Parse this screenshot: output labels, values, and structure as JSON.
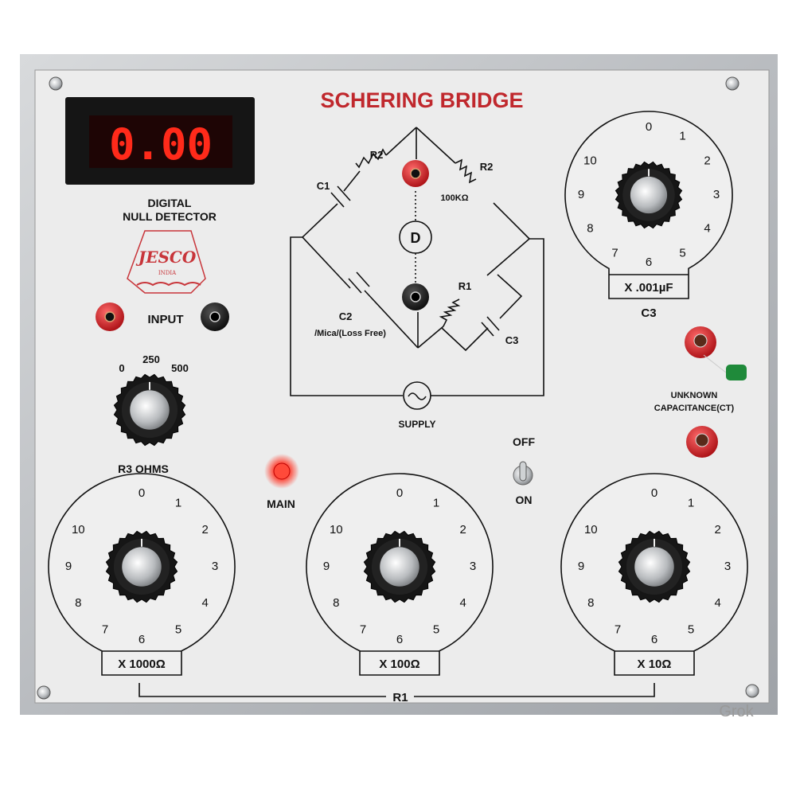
{
  "panel": {
    "title": "SCHERING BRIDGE",
    "title_color": "#c0282d",
    "watermark": "Grok"
  },
  "display": {
    "reading": "0.00",
    "label_line1": "DIGITAL",
    "label_line2": "NULL DETECTOR",
    "digit_color": "#ff2a1a"
  },
  "logo": {
    "text": "JESCO",
    "sub": "INDIA",
    "color": "#c8353a"
  },
  "input": {
    "label": "INPUT"
  },
  "r3": {
    "label": "R3 OHMS",
    "scale": [
      "0",
      "250",
      "500"
    ]
  },
  "main": {
    "label": "MAIN",
    "led_color": "#ff3030"
  },
  "switch": {
    "off_label": "OFF",
    "on_label": "ON"
  },
  "circuit": {
    "r2_left": "R2",
    "r2_right": "R2",
    "r2_value": "100KΩ",
    "c1": "C1",
    "c2": "C2",
    "c2_note": "/Mica/(Loss Free)",
    "r1": "R1",
    "c3": "C3",
    "detector": "D",
    "supply": "SUPPLY"
  },
  "unknown": {
    "line1": "UNKNOWN",
    "line2": "CAPACITANCE(CT)"
  },
  "dials": [
    {
      "id": "c3",
      "multiplier": "X .001µF",
      "caption": "C3",
      "scale": [
        "0",
        "1",
        "2",
        "3",
        "4",
        "5",
        "6",
        "7",
        "8",
        "9",
        "10"
      ]
    },
    {
      "id": "r1-1000",
      "multiplier": "X 1000Ω",
      "scale": [
        "0",
        "1",
        "2",
        "3",
        "4",
        "5",
        "6",
        "7",
        "8",
        "9",
        "10"
      ]
    },
    {
      "id": "r1-100",
      "multiplier": "X 100Ω",
      "scale": [
        "0",
        "1",
        "2",
        "3",
        "4",
        "5",
        "6",
        "7",
        "8",
        "9",
        "10"
      ]
    },
    {
      "id": "r1-10",
      "multiplier": "X 10Ω",
      "scale": [
        "0",
        "1",
        "2",
        "3",
        "4",
        "5",
        "6",
        "7",
        "8",
        "9",
        "10"
      ]
    }
  ],
  "r1_group": {
    "label": "R1"
  }
}
